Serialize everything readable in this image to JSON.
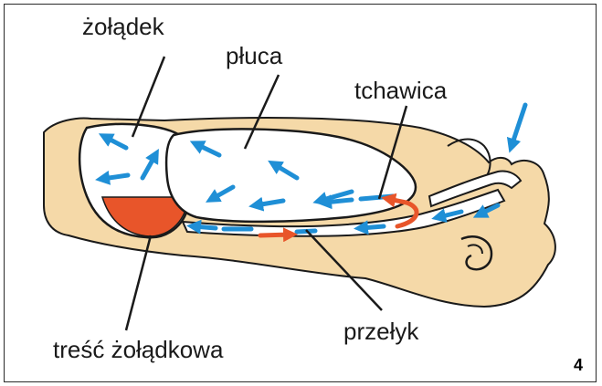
{
  "labels": {
    "stomach": "żołądek",
    "lungs": "płuca",
    "trachea": "tchawica",
    "esophagus": "przełyk",
    "gastric_contents": "treść żołądkowa"
  },
  "figure_number": "4",
  "colors": {
    "body": "#f5d9a8",
    "outline": "#1a1a1a",
    "air_arrows": "#1f8fd6",
    "gastric": "#e8552a",
    "cavity": "#ffffff"
  }
}
